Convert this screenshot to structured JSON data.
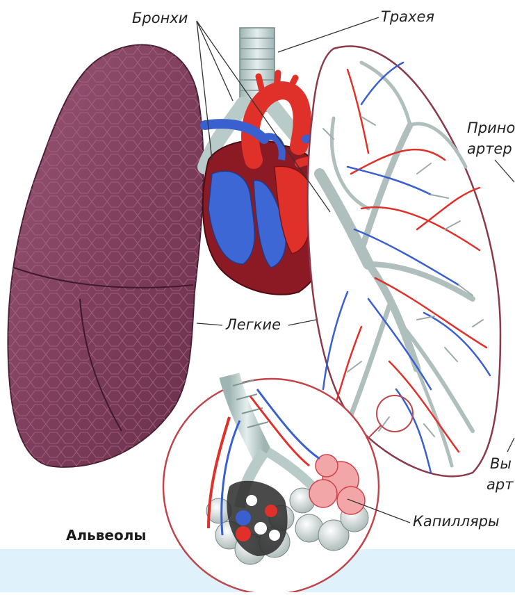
{
  "labels": {
    "bronchi": "Бронхи",
    "trachea": "Трахея",
    "lungs": "Легкие",
    "capillaries": "Капилляры",
    "alveoli": "Альвеолы",
    "artery_in_1": "Прино",
    "artery_in_2": "артер",
    "artery_out_1": "Вы",
    "artery_out_2": "арт"
  },
  "colors": {
    "lung_left": "#8b4a66",
    "lung_dark": "#6a2f4a",
    "heart": "#8b1a24",
    "artery_red": "#e0302a",
    "vein_blue": "#3a5fcf",
    "trachea": "#c9d8d6",
    "right_lung_outline": "#8a3a4a",
    "circle_outline": "#c0454a",
    "bottom_band": "#dff1fa"
  },
  "icons": {
    "left_lung": "lung-illustration",
    "heart": "heart-illustration",
    "right_lung": "bronchial-tree-illustration",
    "alveoli": "alveoli-magnified-illustration"
  }
}
